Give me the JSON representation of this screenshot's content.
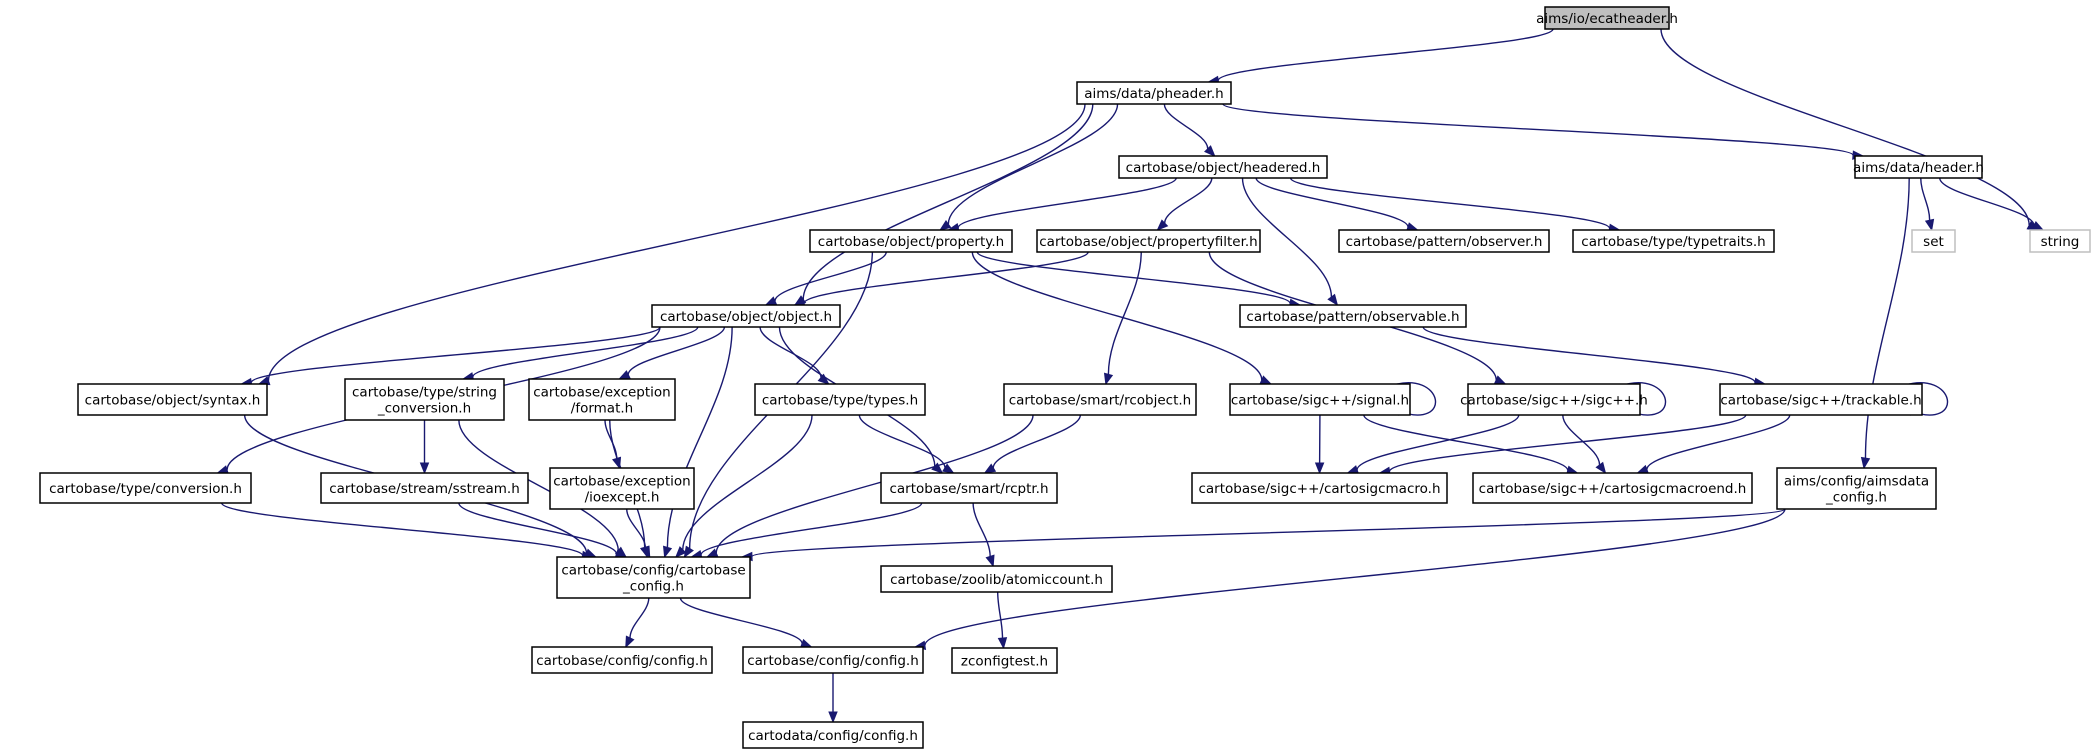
{
  "graph": {
    "nodes": [
      {
        "id": "ecat",
        "lines": [
          "aims/io/ecatheader.h"
        ],
        "kind": "root"
      },
      {
        "id": "pheader",
        "lines": [
          "aims/data/pheader.h"
        ],
        "kind": "normal"
      },
      {
        "id": "headered",
        "lines": [
          "cartobase/object/headered.h"
        ],
        "kind": "normal"
      },
      {
        "id": "header",
        "lines": [
          "aims/data/header.h"
        ],
        "kind": "normal"
      },
      {
        "id": "property",
        "lines": [
          "cartobase/object/property.h"
        ],
        "kind": "normal"
      },
      {
        "id": "propfilter",
        "lines": [
          "cartobase/object/propertyfilter.h"
        ],
        "kind": "normal"
      },
      {
        "id": "observer",
        "lines": [
          "cartobase/pattern/observer.h"
        ],
        "kind": "normal"
      },
      {
        "id": "typetraits",
        "lines": [
          "cartobase/type/typetraits.h"
        ],
        "kind": "normal"
      },
      {
        "id": "set",
        "lines": [
          "set"
        ],
        "kind": "external"
      },
      {
        "id": "string",
        "lines": [
          "string"
        ],
        "kind": "external"
      },
      {
        "id": "object",
        "lines": [
          "cartobase/object/object.h"
        ],
        "kind": "normal"
      },
      {
        "id": "observable",
        "lines": [
          "cartobase/pattern/observable.h"
        ],
        "kind": "normal"
      },
      {
        "id": "syntax",
        "lines": [
          "cartobase/object/syntax.h"
        ],
        "kind": "normal"
      },
      {
        "id": "strconv",
        "lines": [
          "cartobase/type/string",
          "_conversion.h"
        ],
        "kind": "normal"
      },
      {
        "id": "format",
        "lines": [
          "cartobase/exception",
          "/format.h"
        ],
        "kind": "normal"
      },
      {
        "id": "types",
        "lines": [
          "cartobase/type/types.h"
        ],
        "kind": "normal"
      },
      {
        "id": "rcobject",
        "lines": [
          "cartobase/smart/rcobject.h"
        ],
        "kind": "normal"
      },
      {
        "id": "signal",
        "lines": [
          "cartobase/sigc++/signal.h"
        ],
        "kind": "normal"
      },
      {
        "id": "sigcpp",
        "lines": [
          "cartobase/sigc++/sigc++.h"
        ],
        "kind": "normal"
      },
      {
        "id": "trackable",
        "lines": [
          "cartobase/sigc++/trackable.h"
        ],
        "kind": "normal"
      },
      {
        "id": "conversion",
        "lines": [
          "cartobase/type/conversion.h"
        ],
        "kind": "normal"
      },
      {
        "id": "sstream",
        "lines": [
          "cartobase/stream/sstream.h"
        ],
        "kind": "normal"
      },
      {
        "id": "ioexcept",
        "lines": [
          "cartobase/exception",
          "/ioexcept.h"
        ],
        "kind": "normal"
      },
      {
        "id": "rcptr",
        "lines": [
          "cartobase/smart/rcptr.h"
        ],
        "kind": "normal"
      },
      {
        "id": "sigcmacro",
        "lines": [
          "cartobase/sigc++/cartosigcmacro.h"
        ],
        "kind": "normal"
      },
      {
        "id": "sigcmacroend",
        "lines": [
          "cartobase/sigc++/cartosigcmacroend.h"
        ],
        "kind": "normal"
      },
      {
        "id": "aimsdataconfig",
        "lines": [
          "aims/config/aimsdata",
          "_config.h"
        ],
        "kind": "normal"
      },
      {
        "id": "cbconfig",
        "lines": [
          "cartobase/config/cartobase",
          "_config.h"
        ],
        "kind": "normal"
      },
      {
        "id": "atomiccount",
        "lines": [
          "cartobase/zoolib/atomiccount.h"
        ],
        "kind": "normal"
      },
      {
        "id": "config1",
        "lines": [
          "cartobase/config/config.h"
        ],
        "kind": "normal"
      },
      {
        "id": "config2",
        "lines": [
          "cartobase/config/config.h"
        ],
        "kind": "normal"
      },
      {
        "id": "zconfig",
        "lines": [
          "zconfigtest.h"
        ],
        "kind": "normal"
      },
      {
        "id": "cdconfig",
        "lines": [
          "cartodata/config/config.h"
        ],
        "kind": "normal"
      }
    ],
    "edges": [
      [
        "ecat",
        "pheader"
      ],
      [
        "ecat",
        "string"
      ],
      [
        "pheader",
        "headered"
      ],
      [
        "pheader",
        "header"
      ],
      [
        "pheader",
        "property"
      ],
      [
        "pheader",
        "object"
      ],
      [
        "pheader",
        "syntax"
      ],
      [
        "headered",
        "property"
      ],
      [
        "headered",
        "propfilter"
      ],
      [
        "headered",
        "observer"
      ],
      [
        "headered",
        "typetraits"
      ],
      [
        "headered",
        "observable"
      ],
      [
        "header",
        "set"
      ],
      [
        "header",
        "string"
      ],
      [
        "header",
        "aimsdataconfig"
      ],
      [
        "property",
        "object"
      ],
      [
        "property",
        "observable"
      ],
      [
        "property",
        "signal"
      ],
      [
        "property",
        "cbconfig"
      ],
      [
        "propfilter",
        "object"
      ],
      [
        "propfilter",
        "rcobject"
      ],
      [
        "propfilter",
        "sigcpp"
      ],
      [
        "object",
        "syntax"
      ],
      [
        "object",
        "strconv"
      ],
      [
        "object",
        "format"
      ],
      [
        "object",
        "types"
      ],
      [
        "object",
        "rcptr"
      ],
      [
        "object",
        "conversion"
      ],
      [
        "object",
        "cbconfig"
      ],
      [
        "observable",
        "trackable"
      ],
      [
        "syntax",
        "cbconfig"
      ],
      [
        "strconv",
        "sstream"
      ],
      [
        "strconv",
        "cbconfig"
      ],
      [
        "format",
        "ioexcept"
      ],
      [
        "format",
        "cbconfig"
      ],
      [
        "types",
        "rcptr"
      ],
      [
        "types",
        "cbconfig"
      ],
      [
        "rcobject",
        "rcptr"
      ],
      [
        "rcobject",
        "cbconfig"
      ],
      [
        "signal",
        "signal"
      ],
      [
        "signal",
        "sigcmacro"
      ],
      [
        "signal",
        "sigcmacroend"
      ],
      [
        "sigcpp",
        "sigcpp"
      ],
      [
        "sigcpp",
        "sigcmacro"
      ],
      [
        "sigcpp",
        "sigcmacroend"
      ],
      [
        "trackable",
        "trackable"
      ],
      [
        "trackable",
        "sigcmacro"
      ],
      [
        "trackable",
        "sigcmacroend"
      ],
      [
        "conversion",
        "cbconfig"
      ],
      [
        "sstream",
        "cbconfig"
      ],
      [
        "ioexcept",
        "cbconfig"
      ],
      [
        "rcptr",
        "cbconfig"
      ],
      [
        "rcptr",
        "atomiccount"
      ],
      [
        "aimsdataconfig",
        "cbconfig"
      ],
      [
        "aimsdataconfig",
        "config2"
      ],
      [
        "cbconfig",
        "config1"
      ],
      [
        "cbconfig",
        "config2"
      ],
      [
        "atomiccount",
        "zconfig"
      ],
      [
        "config2",
        "cdconfig"
      ]
    ]
  }
}
